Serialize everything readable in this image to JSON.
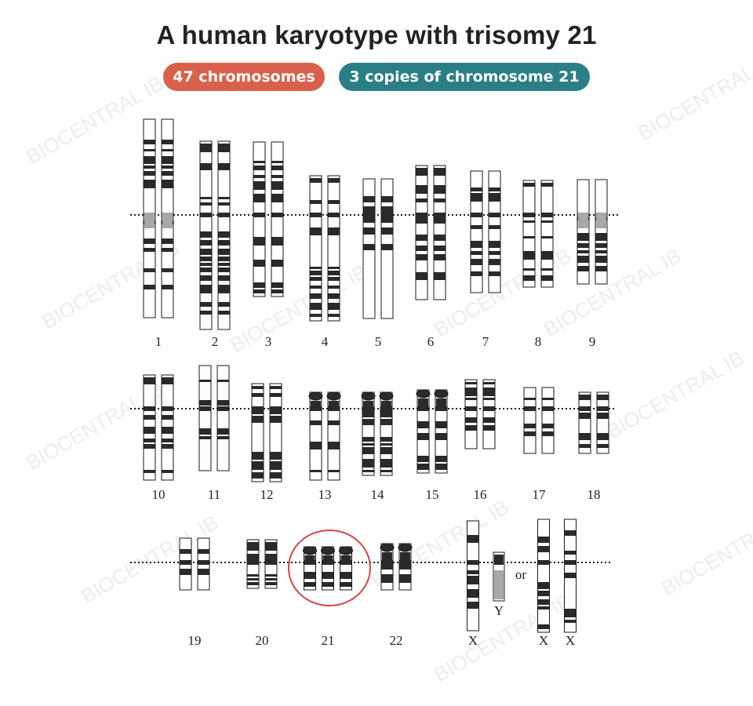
{
  "title": "A human karyotype with trisomy 21",
  "badges": [
    {
      "label": "47 chromosomes",
      "color": "#d9614b"
    },
    {
      "label": "3 copies of chromosome 21",
      "color": "#2a7f86"
    }
  ],
  "colors": {
    "band_dark": "#2a2a2a",
    "band_light": "#ffffff",
    "band_grey": "#a8a8a8",
    "highlight_circle": "#d94545"
  },
  "watermark": "BIOCENTRAL IB",
  "highlighted_chromosome": "21",
  "chromosomes": [
    {
      "label": "1",
      "copies": 2
    },
    {
      "label": "2",
      "copies": 2
    },
    {
      "label": "3",
      "copies": 2
    },
    {
      "label": "4",
      "copies": 2
    },
    {
      "label": "5",
      "copies": 2
    },
    {
      "label": "6",
      "copies": 2
    },
    {
      "label": "7",
      "copies": 2
    },
    {
      "label": "8",
      "copies": 2
    },
    {
      "label": "9",
      "copies": 2
    },
    {
      "label": "10",
      "copies": 2
    },
    {
      "label": "11",
      "copies": 2
    },
    {
      "label": "12",
      "copies": 2
    },
    {
      "label": "13",
      "copies": 2
    },
    {
      "label": "14",
      "copies": 2
    },
    {
      "label": "15",
      "copies": 2
    },
    {
      "label": "16",
      "copies": 2
    },
    {
      "label": "17",
      "copies": 2
    },
    {
      "label": "18",
      "copies": 2
    },
    {
      "label": "19",
      "copies": 2
    },
    {
      "label": "20",
      "copies": 2
    },
    {
      "label": "21",
      "copies": 3
    },
    {
      "label": "22",
      "copies": 2
    }
  ],
  "sex_chromosomes": {
    "male": [
      "X",
      "Y"
    ],
    "separator": "or",
    "female": [
      "X",
      "X"
    ]
  }
}
